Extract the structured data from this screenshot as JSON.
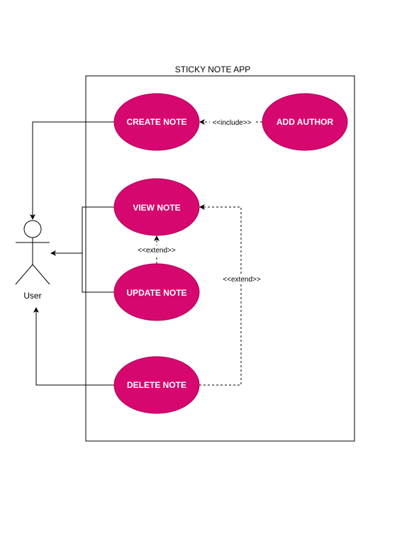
{
  "diagram": {
    "system_title": "STICKY NOTE APP",
    "actor": {
      "label": "User"
    },
    "use_cases": {
      "create": "CREATE NOTE",
      "add_author": "ADD AUTHOR",
      "view": "VIEW NOTE",
      "update": "UPDATE NOTE",
      "delete": "DELETE NOTE"
    },
    "relationships": {
      "include": "<<include>>",
      "extend_update_view": "<<extend>>",
      "extend_delete_view": "<<extend>>"
    },
    "colors": {
      "use_case_fill": "#d6086f",
      "use_case_stroke": "#b10059",
      "use_case_text": "#ffffff",
      "line": "#000000"
    }
  }
}
